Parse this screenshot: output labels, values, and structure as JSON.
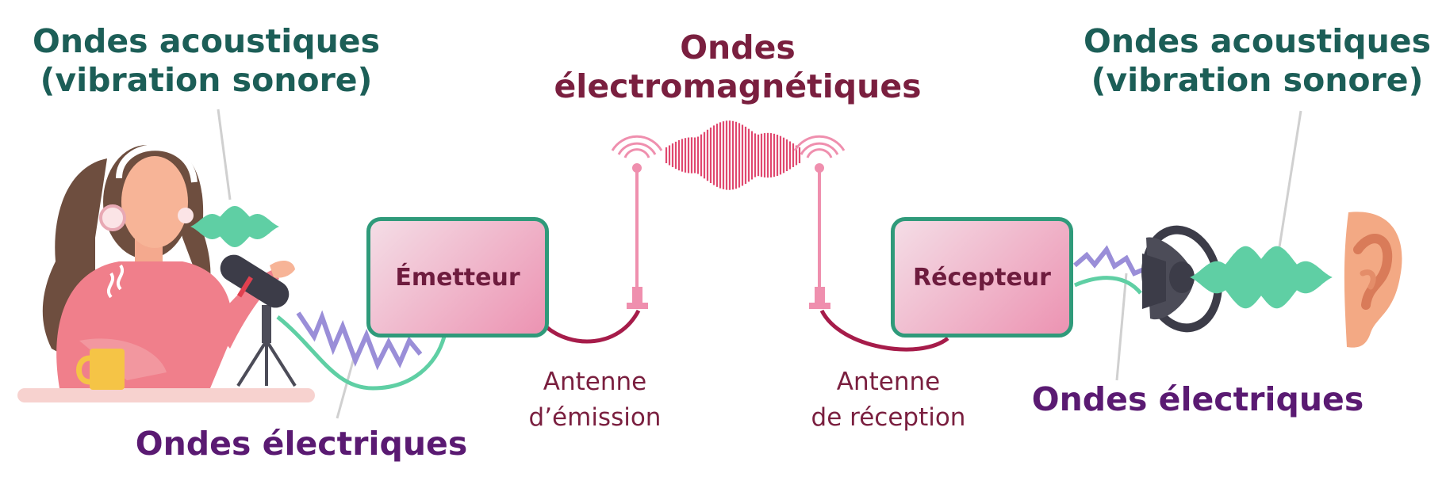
{
  "labels": {
    "acoustic_left_line1": "Ondes acoustiques",
    "acoustic_left_line2": "(vibration sonore)",
    "em_line1": "Ondes",
    "em_line2": "électromagnétiques",
    "acoustic_right_line1": "Ondes acoustiques",
    "acoustic_right_line2": "(vibration sonore)",
    "electric_left": "Ondes électriques",
    "electric_right": "Ondes électriques"
  },
  "blocks": {
    "emitter": "Émetteur",
    "receiver": "Récepteur"
  },
  "antennas": {
    "emit_line1": "Antenne",
    "emit_line2": "d’émission",
    "recv_line1": "Antenne",
    "recv_line2": "de réception"
  },
  "colors": {
    "teal_text": "#1c5e57",
    "wine_text": "#7a1f3f",
    "purple_text": "#5a1a72",
    "acoustic_wave": "#5fcfa4",
    "em_wave": "#e0486f",
    "electric_zigzag": "#9a8ed8",
    "antenna": "#ef8fae",
    "box_border": "#2f9a7a"
  }
}
